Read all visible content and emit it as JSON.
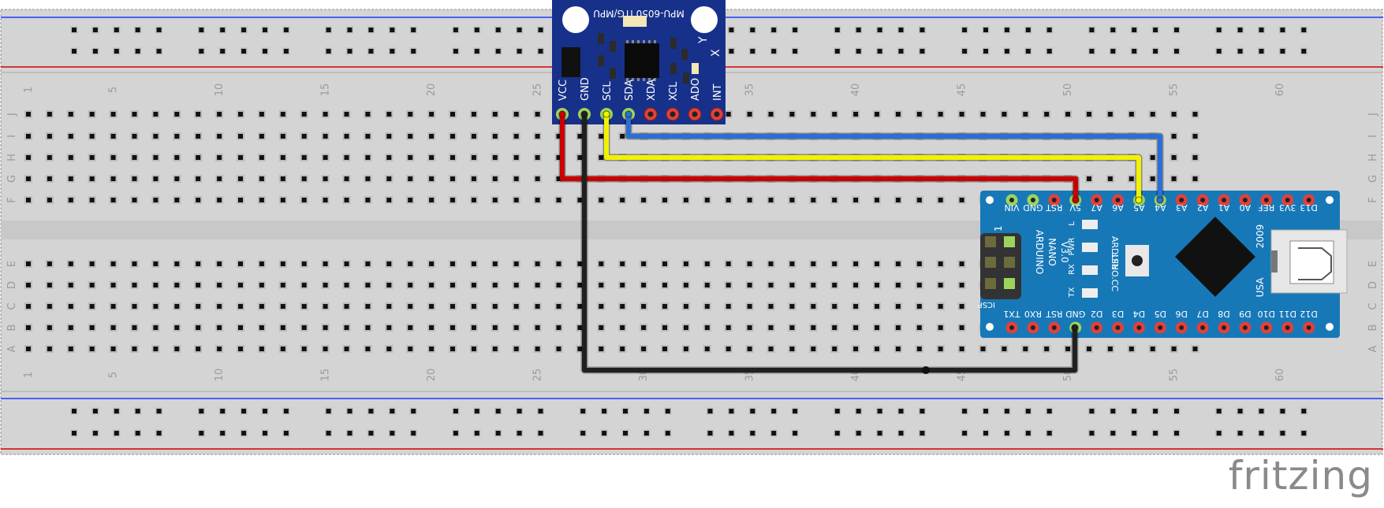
{
  "brand": "fritzing",
  "colors": {
    "board": "#d4d4d4",
    "board_dark": "#bdbdbd",
    "channel": "#c8c8c8",
    "rail_red": "#d40000",
    "rail_blue": "#1c3aff",
    "mpu_board": "#17318a",
    "nano_board": "#1778b8",
    "wire_red": "#cc0000",
    "wire_black": "#202020",
    "wire_yellow": "#f2f200",
    "wire_blue": "#2a6fd6",
    "pin_red": "#e2403b",
    "pin_green": "#9bd45c"
  },
  "breadboard": {
    "row_labels": [
      "J",
      "I",
      "H",
      "G",
      "F",
      "E",
      "D",
      "C",
      "B",
      "A"
    ],
    "column_numbers": [
      "1",
      "5",
      "10",
      "15",
      "20",
      "25",
      "30",
      "35",
      "40",
      "45",
      "50",
      "55",
      "60"
    ]
  },
  "mpu": {
    "title": "MPU-6050 ITG/MPU",
    "axis_y": "Y",
    "axis_x": "X",
    "pins": [
      "VCC",
      "GND",
      "SCL",
      "SDA",
      "XDA",
      "XCL",
      "ADO",
      "INT"
    ],
    "connected_pins": [
      "VCC",
      "GND",
      "SCL",
      "SDA"
    ]
  },
  "nano": {
    "top_pins": [
      "VIN",
      "GND",
      "RST",
      "5V",
      "A7",
      "A6",
      "A5",
      "A4",
      "A3",
      "A2",
      "A1",
      "A0",
      "REF",
      "3V3",
      "D13"
    ],
    "bottom_pins": [
      "TX1",
      "RX0",
      "RST",
      "GND",
      "D2",
      "D3",
      "D4",
      "D5",
      "D6",
      "D7",
      "D8",
      "D9",
      "D10",
      "D11",
      "D12"
    ],
    "leds": [
      "L",
      "PWR",
      "RX",
      "TX"
    ],
    "label_lines": [
      "ARDUINO",
      "NANO",
      "V3.0"
    ],
    "site": "ARDUINO.CC",
    "rst_label": "RST",
    "icsp_label": "ICSP",
    "icsp_index": "1",
    "year": "2009",
    "country": "USA"
  },
  "wires": [
    {
      "name": "vcc-to-5v",
      "color": "wire_red",
      "from": "MPU VCC",
      "to": "Nano 5V"
    },
    {
      "name": "gnd-to-gnd",
      "color": "wire_black",
      "from": "MPU GND",
      "to": "Nano GND"
    },
    {
      "name": "scl-to-a5",
      "color": "wire_yellow",
      "from": "MPU SCL",
      "to": "Nano A5"
    },
    {
      "name": "sda-to-a4",
      "color": "wire_blue",
      "from": "MPU SDA",
      "to": "Nano A4"
    }
  ]
}
